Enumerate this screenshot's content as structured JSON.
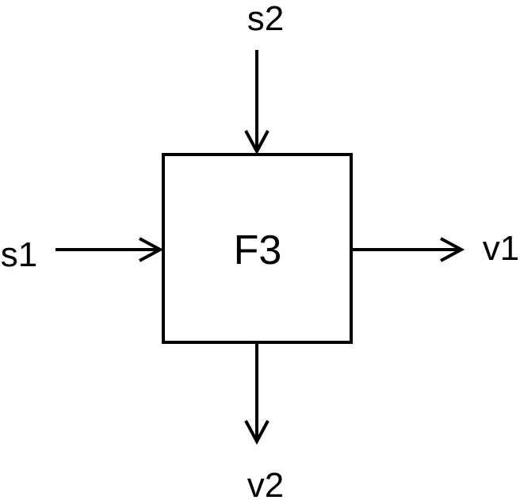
{
  "block": {
    "label": "F3"
  },
  "inputs": {
    "left": "s1",
    "top": "s2"
  },
  "outputs": {
    "right": "v1",
    "bottom": "v2"
  },
  "colors": {
    "stroke": "#000000",
    "background": "#ffffff"
  }
}
